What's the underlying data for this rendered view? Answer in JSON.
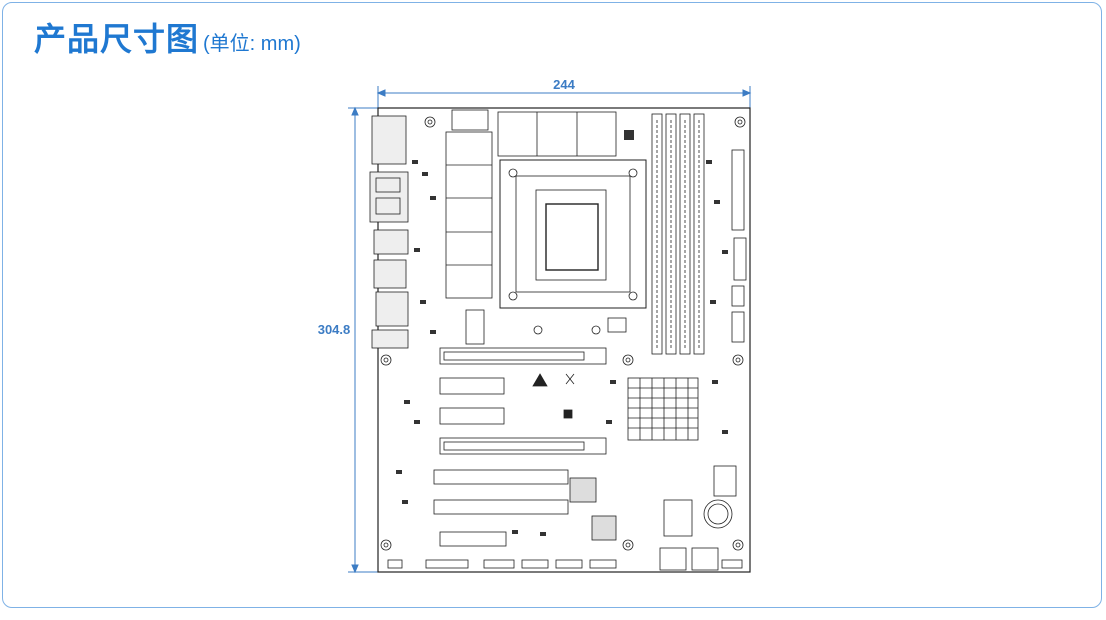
{
  "heading": {
    "title": "产品尺寸图",
    "unit": "(单位: mm)"
  },
  "dimensions": {
    "width_label": "244",
    "height_label": "304.8"
  },
  "colors": {
    "accent": "#1f78d1",
    "border": "#7fb2e6",
    "dimension": "#3c7cc4",
    "drawing": "#222222"
  }
}
